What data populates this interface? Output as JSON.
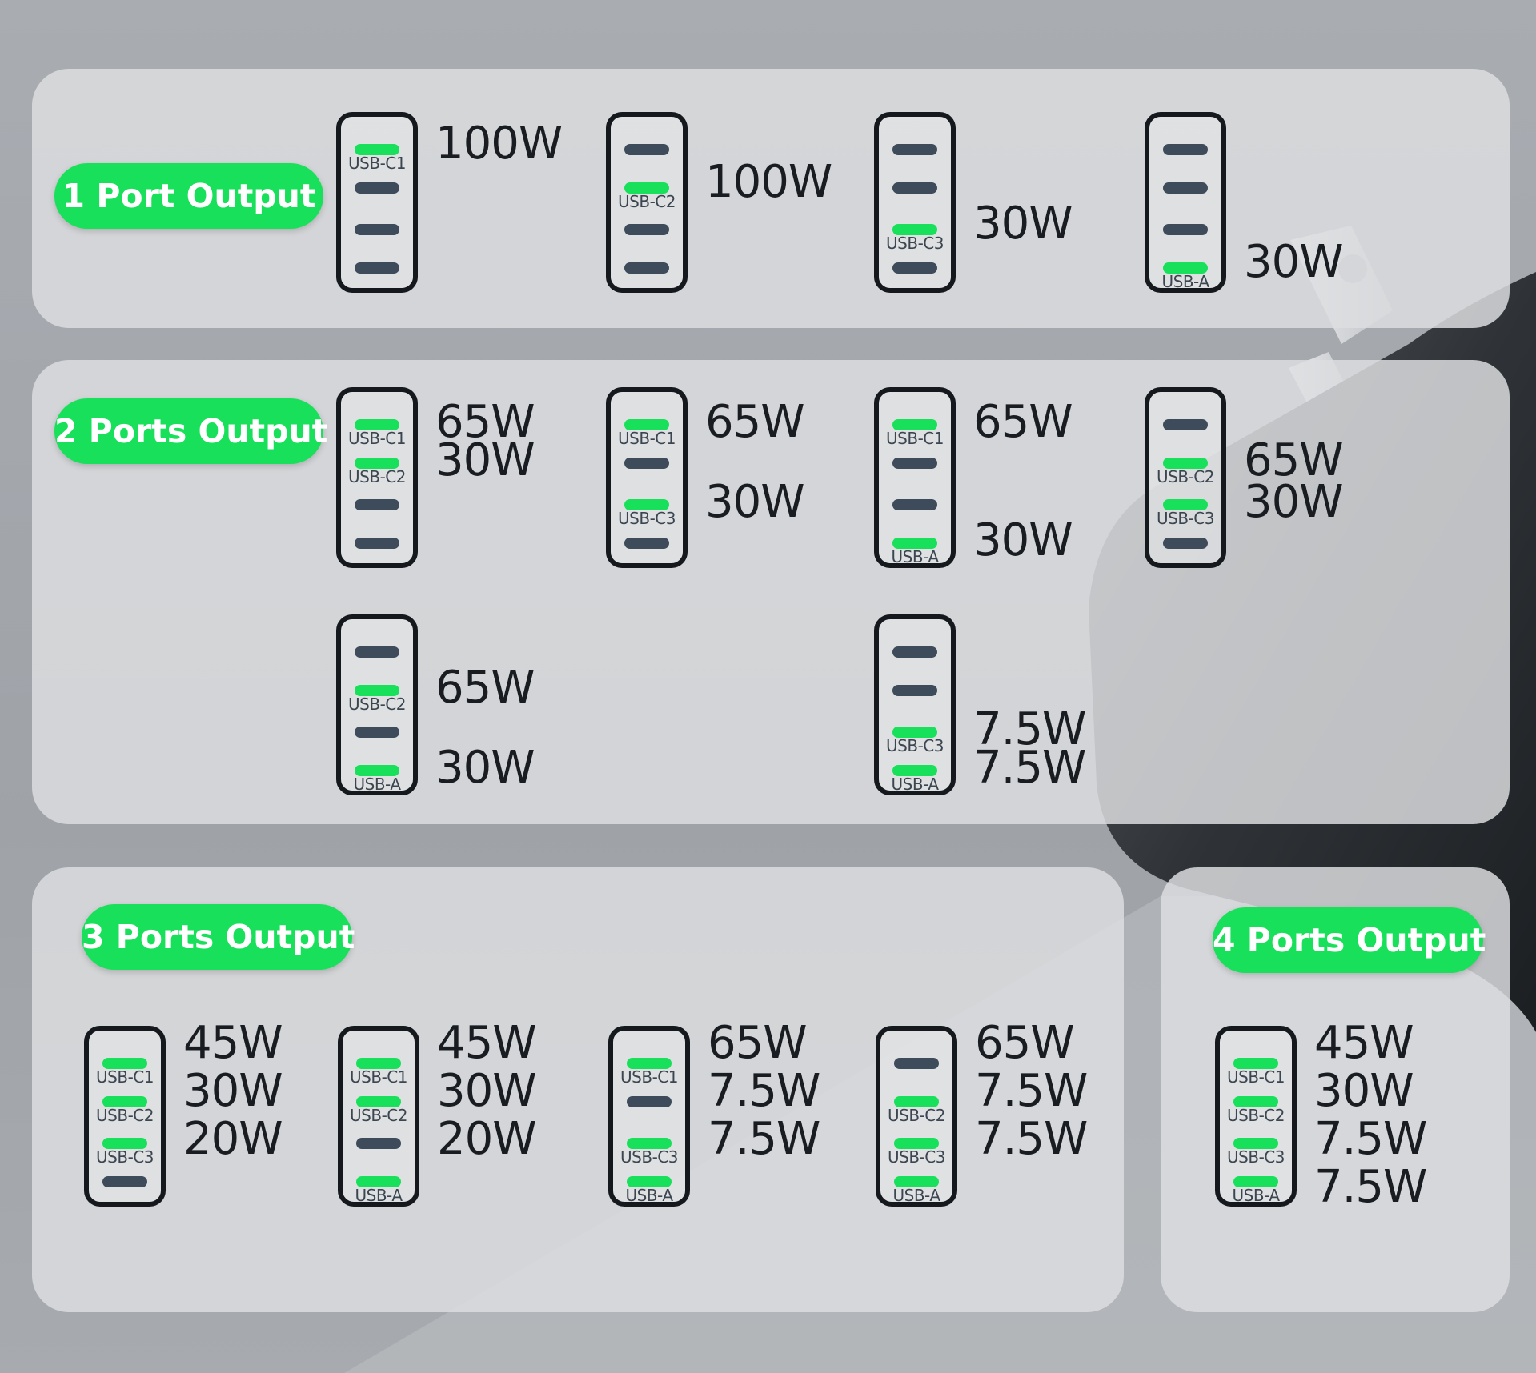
{
  "colors": {
    "active_port": "#19e05a",
    "inactive_port": "#3e4b5a",
    "badge": "#19e05a",
    "panel": "#dcdee0"
  },
  "sections": [
    {
      "id": "one",
      "title": "1 Port Output",
      "configs": [
        {
          "active": [
            0
          ],
          "labels": [
            "USB-C1"
          ],
          "watts": [
            "100W"
          ]
        },
        {
          "active": [
            1
          ],
          "labels": [
            "USB-C2"
          ],
          "watts": [
            "100W"
          ]
        },
        {
          "active": [
            2
          ],
          "labels": [
            "USB-C3"
          ],
          "watts": [
            "30W"
          ]
        },
        {
          "active": [
            3
          ],
          "labels": [
            "USB-A"
          ],
          "watts": [
            "30W"
          ]
        }
      ]
    },
    {
      "id": "two",
      "title": "2 Ports Output",
      "configs": [
        {
          "active": [
            0,
            1
          ],
          "labels": [
            "USB-C1",
            "USB-C2"
          ],
          "watts": [
            "65W",
            "30W"
          ]
        },
        {
          "active": [
            0,
            2
          ],
          "labels": [
            "USB-C1",
            "USB-C3"
          ],
          "watts": [
            "65W",
            "30W"
          ]
        },
        {
          "active": [
            0,
            3
          ],
          "labels": [
            "USB-C1",
            "USB-A"
          ],
          "watts": [
            "65W",
            "30W"
          ]
        },
        {
          "active": [
            1,
            2
          ],
          "labels": [
            "USB-C2",
            "USB-C3"
          ],
          "watts": [
            "65W",
            "30W"
          ]
        },
        {
          "active": [
            1,
            3
          ],
          "labels": [
            "USB-C2",
            "USB-A"
          ],
          "watts": [
            "65W",
            "30W"
          ]
        },
        {
          "active": [
            2,
            3
          ],
          "labels": [
            "USB-C3",
            "USB-A"
          ],
          "watts": [
            "7.5W",
            "7.5W"
          ]
        }
      ]
    },
    {
      "id": "three",
      "title": "3 Ports Output",
      "configs": [
        {
          "active": [
            0,
            1,
            2
          ],
          "labels": [
            "USB-C1",
            "USB-C2",
            "USB-C3"
          ],
          "watts": [
            "45W",
            "30W",
            "20W"
          ]
        },
        {
          "active": [
            0,
            1,
            3
          ],
          "labels": [
            "USB-C1",
            "USB-C2",
            "USB-A"
          ],
          "watts": [
            "45W",
            "30W",
            "20W"
          ]
        },
        {
          "active": [
            0,
            2,
            3
          ],
          "labels": [
            "USB-C1",
            "USB-C3",
            "USB-A"
          ],
          "watts": [
            "65W",
            "7.5W",
            "7.5W"
          ]
        },
        {
          "active": [
            1,
            2,
            3
          ],
          "labels": [
            "USB-C2",
            "USB-C3",
            "USB-A"
          ],
          "watts": [
            "65W",
            "7.5W",
            "7.5W"
          ]
        }
      ]
    },
    {
      "id": "four",
      "title": "4 Ports Output",
      "configs": [
        {
          "active": [
            0,
            1,
            2,
            3
          ],
          "labels": [
            "USB-C1",
            "USB-C2",
            "USB-C3",
            "USB-A"
          ],
          "watts": [
            "45W",
            "30W",
            "7.5W",
            "7.5W"
          ]
        }
      ]
    }
  ]
}
